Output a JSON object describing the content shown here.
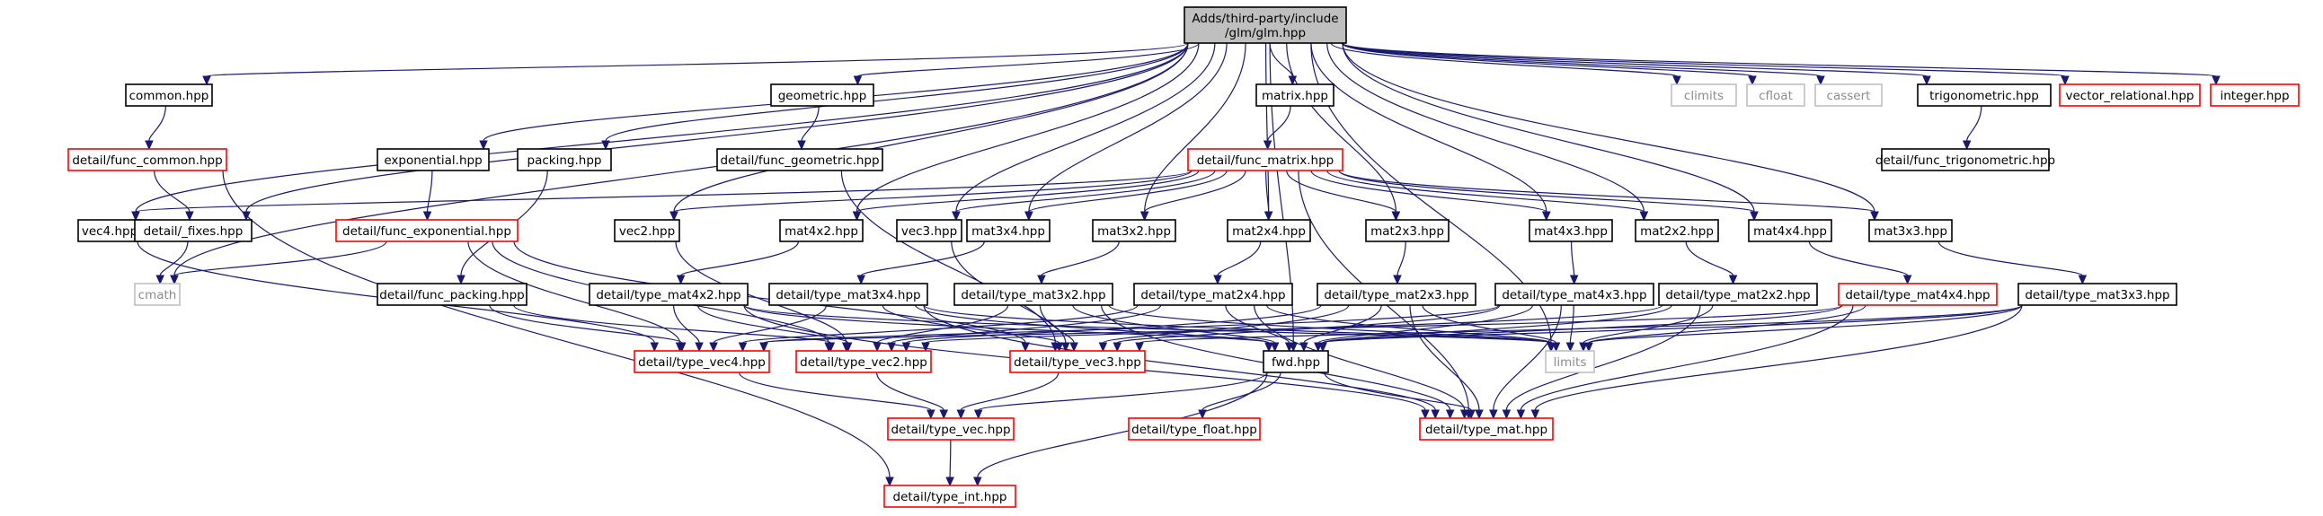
{
  "colors": {
    "edge": "#191970",
    "normal_border": "#000000",
    "red_border": "#ff0000",
    "gray_border": "#bfbfbf",
    "root_fill": "#bfbfbf"
  },
  "nodes": [
    {
      "id": "root",
      "label": [
        "Adds/third-party/include",
        "/glm/glm.hpp"
      ],
      "style": "root"
    },
    {
      "id": "common",
      "label": [
        "common.hpp"
      ],
      "style": "normal"
    },
    {
      "id": "geometric",
      "label": [
        "geometric.hpp"
      ],
      "style": "normal"
    },
    {
      "id": "matrix",
      "label": [
        "matrix.hpp"
      ],
      "style": "normal"
    },
    {
      "id": "climits",
      "label": [
        "climits"
      ],
      "style": "gray"
    },
    {
      "id": "cfloat",
      "label": [
        "cfloat"
      ],
      "style": "gray"
    },
    {
      "id": "cassert",
      "label": [
        "cassert"
      ],
      "style": "gray"
    },
    {
      "id": "trig",
      "label": [
        "trigonometric.hpp"
      ],
      "style": "normal"
    },
    {
      "id": "vrel",
      "label": [
        "vector_relational.hpp"
      ],
      "style": "red"
    },
    {
      "id": "integer",
      "label": [
        "integer.hpp"
      ],
      "style": "red"
    },
    {
      "id": "fcommon",
      "label": [
        "detail/func_common.hpp"
      ],
      "style": "red"
    },
    {
      "id": "exponential",
      "label": [
        "exponential.hpp"
      ],
      "style": "normal"
    },
    {
      "id": "packing",
      "label": [
        "packing.hpp"
      ],
      "style": "normal"
    },
    {
      "id": "fgeom",
      "label": [
        "detail/func_geometric.hpp"
      ],
      "style": "normal"
    },
    {
      "id": "fmatrix",
      "label": [
        "detail/func_matrix.hpp"
      ],
      "style": "red"
    },
    {
      "id": "ftrig",
      "label": [
        "detail/func_trigonometric.hpp"
      ],
      "style": "normal"
    },
    {
      "id": "vec4",
      "label": [
        "vec4.hpp"
      ],
      "style": "normal"
    },
    {
      "id": "fixes",
      "label": [
        "detail/_fixes.hpp"
      ],
      "style": "normal"
    },
    {
      "id": "fexp",
      "label": [
        "detail/func_exponential.hpp"
      ],
      "style": "red"
    },
    {
      "id": "vec2",
      "label": [
        "vec2.hpp"
      ],
      "style": "normal"
    },
    {
      "id": "mat4x2",
      "label": [
        "mat4x2.hpp"
      ],
      "style": "normal"
    },
    {
      "id": "vec3",
      "label": [
        "vec3.hpp"
      ],
      "style": "normal"
    },
    {
      "id": "mat3x4",
      "label": [
        "mat3x4.hpp"
      ],
      "style": "normal"
    },
    {
      "id": "mat3x2",
      "label": [
        "mat3x2.hpp"
      ],
      "style": "normal"
    },
    {
      "id": "mat2x4",
      "label": [
        "mat2x4.hpp"
      ],
      "style": "normal"
    },
    {
      "id": "mat2x3",
      "label": [
        "mat2x3.hpp"
      ],
      "style": "normal"
    },
    {
      "id": "mat4x3",
      "label": [
        "mat4x3.hpp"
      ],
      "style": "normal"
    },
    {
      "id": "mat2x2",
      "label": [
        "mat2x2.hpp"
      ],
      "style": "normal"
    },
    {
      "id": "mat4x4",
      "label": [
        "mat4x4.hpp"
      ],
      "style": "normal"
    },
    {
      "id": "mat3x3",
      "label": [
        "mat3x3.hpp"
      ],
      "style": "normal"
    },
    {
      "id": "cmath",
      "label": [
        "cmath"
      ],
      "style": "gray"
    },
    {
      "id": "fpacking",
      "label": [
        "detail/func_packing.hpp"
      ],
      "style": "normal"
    },
    {
      "id": "tm4x2",
      "label": [
        "detail/type_mat4x2.hpp"
      ],
      "style": "normal"
    },
    {
      "id": "tm3x4",
      "label": [
        "detail/type_mat3x4.hpp"
      ],
      "style": "normal"
    },
    {
      "id": "tm3x2",
      "label": [
        "detail/type_mat3x2.hpp"
      ],
      "style": "normal"
    },
    {
      "id": "tm2x4",
      "label": [
        "detail/type_mat2x4.hpp"
      ],
      "style": "normal"
    },
    {
      "id": "tm2x3",
      "label": [
        "detail/type_mat2x3.hpp"
      ],
      "style": "normal"
    },
    {
      "id": "tm4x3",
      "label": [
        "detail/type_mat4x3.hpp"
      ],
      "style": "normal"
    },
    {
      "id": "tm2x2",
      "label": [
        "detail/type_mat2x2.hpp"
      ],
      "style": "normal"
    },
    {
      "id": "tm4x4",
      "label": [
        "detail/type_mat4x4.hpp"
      ],
      "style": "red"
    },
    {
      "id": "tm3x3",
      "label": [
        "detail/type_mat3x3.hpp"
      ],
      "style": "normal"
    },
    {
      "id": "tvec4",
      "label": [
        "detail/type_vec4.hpp"
      ],
      "style": "red"
    },
    {
      "id": "tvec2",
      "label": [
        "detail/type_vec2.hpp"
      ],
      "style": "red"
    },
    {
      "id": "tvec3",
      "label": [
        "detail/type_vec3.hpp"
      ],
      "style": "red"
    },
    {
      "id": "fwd",
      "label": [
        "fwd.hpp"
      ],
      "style": "normal"
    },
    {
      "id": "limits",
      "label": [
        "limits"
      ],
      "style": "gray"
    },
    {
      "id": "tvec",
      "label": [
        "detail/type_vec.hpp"
      ],
      "style": "red"
    },
    {
      "id": "tfloat",
      "label": [
        "detail/type_float.hpp"
      ],
      "style": "red"
    },
    {
      "id": "tmat",
      "label": [
        "detail/type_mat.hpp"
      ],
      "style": "red"
    },
    {
      "id": "tint",
      "label": [
        "detail/type_int.hpp"
      ],
      "style": "red"
    }
  ],
  "edges": [
    [
      "root",
      "common"
    ],
    [
      "root",
      "geometric"
    ],
    [
      "root",
      "matrix"
    ],
    [
      "root",
      "climits"
    ],
    [
      "root",
      "cfloat"
    ],
    [
      "root",
      "cassert"
    ],
    [
      "root",
      "trig"
    ],
    [
      "root",
      "vrel"
    ],
    [
      "root",
      "integer"
    ],
    [
      "root",
      "exponential"
    ],
    [
      "root",
      "packing"
    ],
    [
      "root",
      "vec4"
    ],
    [
      "root",
      "fixes"
    ],
    [
      "root",
      "vec2"
    ],
    [
      "root",
      "mat4x2"
    ],
    [
      "root",
      "vec3"
    ],
    [
      "root",
      "mat3x4"
    ],
    [
      "root",
      "mat3x2"
    ],
    [
      "root",
      "mat2x4"
    ],
    [
      "root",
      "mat2x3"
    ],
    [
      "root",
      "mat4x3"
    ],
    [
      "root",
      "mat2x2"
    ],
    [
      "root",
      "mat4x4"
    ],
    [
      "root",
      "mat3x3"
    ],
    [
      "root",
      "cmath"
    ],
    [
      "root",
      "fwd"
    ],
    [
      "root",
      "limits"
    ],
    [
      "common",
      "fcommon"
    ],
    [
      "geometric",
      "fgeom"
    ],
    [
      "matrix",
      "fmatrix"
    ],
    [
      "trig",
      "ftrig"
    ],
    [
      "fcommon",
      "fixes"
    ],
    [
      "fcommon",
      "tint"
    ],
    [
      "exponential",
      "fexp"
    ],
    [
      "packing",
      "fpacking"
    ],
    [
      "fgeom",
      "tvec3"
    ],
    [
      "fmatrix",
      "vec4"
    ],
    [
      "fmatrix",
      "vec2"
    ],
    [
      "fmatrix",
      "mat4x2"
    ],
    [
      "fmatrix",
      "vec3"
    ],
    [
      "fmatrix",
      "mat3x4"
    ],
    [
      "fmatrix",
      "mat3x2"
    ],
    [
      "fmatrix",
      "mat2x4"
    ],
    [
      "fmatrix",
      "mat2x3"
    ],
    [
      "fmatrix",
      "mat4x3"
    ],
    [
      "fmatrix",
      "mat2x2"
    ],
    [
      "fmatrix",
      "mat4x4"
    ],
    [
      "fmatrix",
      "mat3x3"
    ],
    [
      "fmatrix",
      "tmat"
    ],
    [
      "fixes",
      "cmath"
    ],
    [
      "vec4",
      "tvec4"
    ],
    [
      "fexp",
      "cmath"
    ],
    [
      "fexp",
      "tvec4"
    ],
    [
      "fexp",
      "tvec2"
    ],
    [
      "fexp",
      "tvec3"
    ],
    [
      "vec2",
      "tvec2"
    ],
    [
      "vec3",
      "tvec3"
    ],
    [
      "mat4x2",
      "tm4x2"
    ],
    [
      "mat3x4",
      "tm3x4"
    ],
    [
      "mat3x2",
      "tm3x2"
    ],
    [
      "mat2x4",
      "tm2x4"
    ],
    [
      "mat2x3",
      "tm2x3"
    ],
    [
      "mat4x3",
      "tm4x3"
    ],
    [
      "mat2x2",
      "tm2x2"
    ],
    [
      "mat4x4",
      "tm4x4"
    ],
    [
      "mat3x3",
      "tm3x3"
    ],
    [
      "fpacking",
      "tvec4"
    ],
    [
      "fpacking",
      "tvec2"
    ],
    [
      "tm4x2",
      "tvec4"
    ],
    [
      "tm4x2",
      "tvec2"
    ],
    [
      "tm4x2",
      "fwd"
    ],
    [
      "tm4x2",
      "limits"
    ],
    [
      "tm4x2",
      "tmat"
    ],
    [
      "tm3x4",
      "tvec4"
    ],
    [
      "tm3x4",
      "tvec3"
    ],
    [
      "tm3x4",
      "fwd"
    ],
    [
      "tm3x4",
      "limits"
    ],
    [
      "tm3x4",
      "tmat"
    ],
    [
      "tm3x2",
      "tvec2"
    ],
    [
      "tm3x2",
      "tvec3"
    ],
    [
      "tm3x2",
      "fwd"
    ],
    [
      "tm3x2",
      "limits"
    ],
    [
      "tm3x2",
      "tmat"
    ],
    [
      "tm2x4",
      "tvec4"
    ],
    [
      "tm2x4",
      "tvec2"
    ],
    [
      "tm2x4",
      "fwd"
    ],
    [
      "tm2x4",
      "limits"
    ],
    [
      "tm2x4",
      "tmat"
    ],
    [
      "tm2x3",
      "tvec2"
    ],
    [
      "tm2x3",
      "tvec3"
    ],
    [
      "tm2x3",
      "fwd"
    ],
    [
      "tm2x3",
      "limits"
    ],
    [
      "tm2x3",
      "tmat"
    ],
    [
      "tm4x3",
      "tvec4"
    ],
    [
      "tm4x3",
      "tvec3"
    ],
    [
      "tm4x3",
      "fwd"
    ],
    [
      "tm4x3",
      "limits"
    ],
    [
      "tm4x3",
      "tmat"
    ],
    [
      "tm2x2",
      "tvec2"
    ],
    [
      "tm2x2",
      "fwd"
    ],
    [
      "tm2x2",
      "limits"
    ],
    [
      "tm2x2",
      "tmat"
    ],
    [
      "tm4x4",
      "tvec4"
    ],
    [
      "tm4x4",
      "fwd"
    ],
    [
      "tm4x4",
      "limits"
    ],
    [
      "tm4x4",
      "tmat"
    ],
    [
      "tm3x3",
      "tvec3"
    ],
    [
      "tm3x3",
      "fwd"
    ],
    [
      "tm3x3",
      "limits"
    ],
    [
      "tm3x3",
      "tmat"
    ],
    [
      "tvec4",
      "tvec"
    ],
    [
      "tvec2",
      "tvec"
    ],
    [
      "tvec3",
      "tvec"
    ],
    [
      "fwd",
      "tvec"
    ],
    [
      "fwd",
      "tfloat"
    ],
    [
      "fwd",
      "tmat"
    ],
    [
      "fwd",
      "tint"
    ],
    [
      "tvec",
      "tint"
    ]
  ]
}
